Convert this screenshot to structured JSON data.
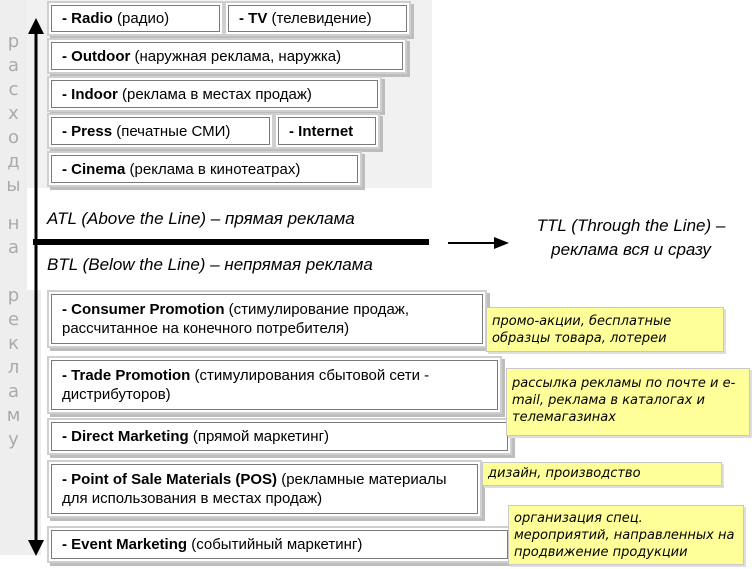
{
  "vertical_label": {
    "letters": [
      "р",
      "а",
      "с",
      "х",
      "о",
      "д",
      "ы",
      "",
      "н",
      "а",
      "",
      "р",
      "е",
      "к",
      "л",
      "а",
      "м",
      "у"
    ]
  },
  "atl_boxes": [
    {
      "header": "- Radio",
      "desc": " (радио)"
    },
    {
      "header": "- TV",
      "desc": " (телевидение)"
    },
    {
      "header": "- Outdoor",
      "desc": " (наружная реклама, наружка)"
    },
    {
      "header": "- Indoor",
      "desc": " (реклама в местах продаж)"
    },
    {
      "header": "- Press",
      "desc": " (печатные СМИ)"
    },
    {
      "header": "- Internet",
      "desc": ""
    },
    {
      "header": "- Cinema",
      "desc": " (реклама в кинотеатрах)"
    }
  ],
  "atl_label": "ATL (Above the Line) – прямая реклама",
  "btl_label": "BTL (Below the Line) – непрямая реклама",
  "ttl_label": [
    "TTL (Through the Line) –",
    "реклама вся и сразу"
  ],
  "btl_boxes": [
    {
      "header": "- Consumer Promotion",
      "desc": " (стимулирование продаж, рассчитанное на конечного потребителя)"
    },
    {
      "header": "- Trade Promotion",
      "desc": " (стимулирования сбытовой сети - дистрибуторов)"
    },
    {
      "header": "- Direct Marketing",
      "desc": " (прямой маркетинг)"
    },
    {
      "header": "- Point of Sale Materials (POS)",
      "desc": " (рекламные материалы для использования в местах продаж)"
    },
    {
      "header": "- Event Marketing",
      "desc": " (событийный маркетинг)"
    }
  ],
  "notes": [
    "промо-акции, бесплатные образцы товара, лотереи",
    "рассылка рекламы по почте и e-mail, реклама в каталогах и телемагазинах",
    "дизайн, производство",
    "организация спец. мероприятий, направленных на продвижение продукции"
  ],
  "colors": {
    "note_bg": "#ffff99",
    "panel_bg": "#eeeeee",
    "line": "#000000"
  }
}
